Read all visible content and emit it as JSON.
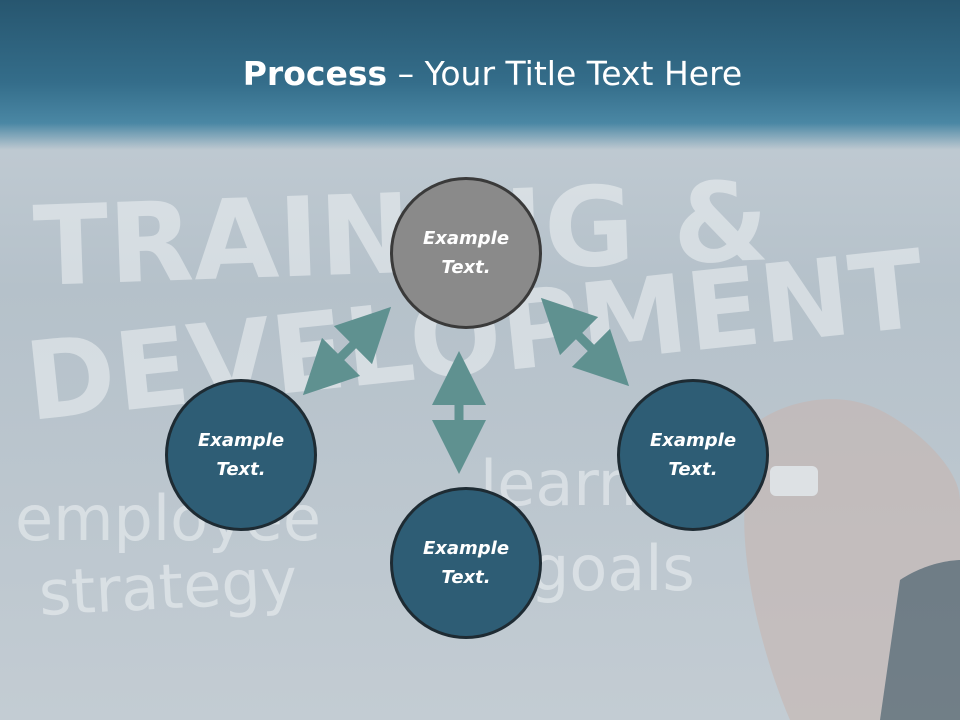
{
  "title": {
    "bold": "Process",
    "rest": " – Your Title Text Here"
  },
  "nodes": [
    {
      "id": "top",
      "line1": "Example",
      "line2": "Text."
    },
    {
      "id": "left",
      "line1": "Example",
      "line2": "Text."
    },
    {
      "id": "right",
      "line1": "Example",
      "line2": "Text."
    },
    {
      "id": "bottom",
      "line1": "Example",
      "line2": "Text."
    }
  ],
  "background_art": {
    "line1": "TRAINING &",
    "line2": "DEVELOPMENT",
    "line3": "employee",
    "line4": "learn",
    "line5": "strategy",
    "line6": "goals"
  },
  "colors": {
    "header": "#346d8a",
    "node_teal": "#2e5d75",
    "node_gray": "#8a8a8a",
    "arrow": "#5f9190"
  }
}
